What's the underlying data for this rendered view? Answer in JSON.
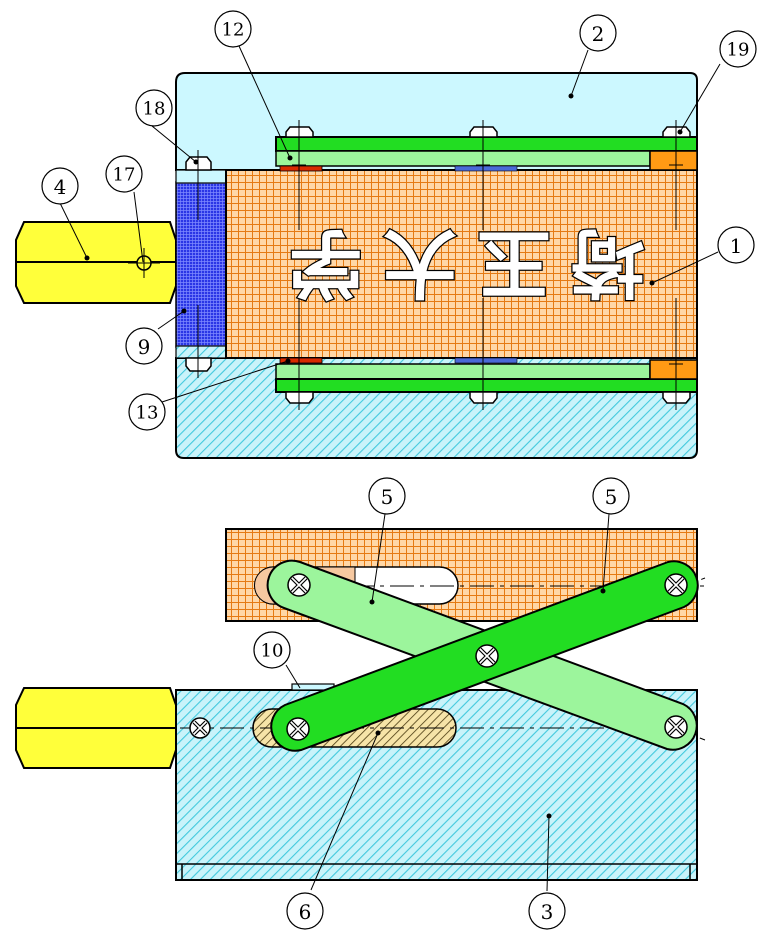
{
  "drawing": {
    "embossed_text": "埼玉大学",
    "callouts": [
      {
        "id": "c1",
        "label": "1"
      },
      {
        "id": "c2",
        "label": "2"
      },
      {
        "id": "c3",
        "label": "3"
      },
      {
        "id": "c4",
        "label": "4"
      },
      {
        "id": "c5a",
        "label": "5"
      },
      {
        "id": "c5b",
        "label": "5"
      },
      {
        "id": "c6",
        "label": "6"
      },
      {
        "id": "c9",
        "label": "9"
      },
      {
        "id": "c10",
        "label": "10"
      },
      {
        "id": "c12",
        "label": "12"
      },
      {
        "id": "c13",
        "label": "13"
      },
      {
        "id": "c17",
        "label": "17"
      },
      {
        "id": "c18",
        "label": "18"
      },
      {
        "id": "c19",
        "label": "19"
      }
    ]
  },
  "colors": {
    "cover_fill": "#ccf8ff",
    "hatch_base": "#c9f3fa",
    "hatch_line": "#42c9dd",
    "grid_fill": "#ffd7a6",
    "grid_line": "#e57a12",
    "nut_fill": "#ffff3a",
    "rail_green": "#22dd22",
    "link_light": "#9cf59c",
    "block_blue": "#2a36e6",
    "spacer_orange": "#ff9a14",
    "pin_red": "#d82a00",
    "outline": "#000000"
  }
}
